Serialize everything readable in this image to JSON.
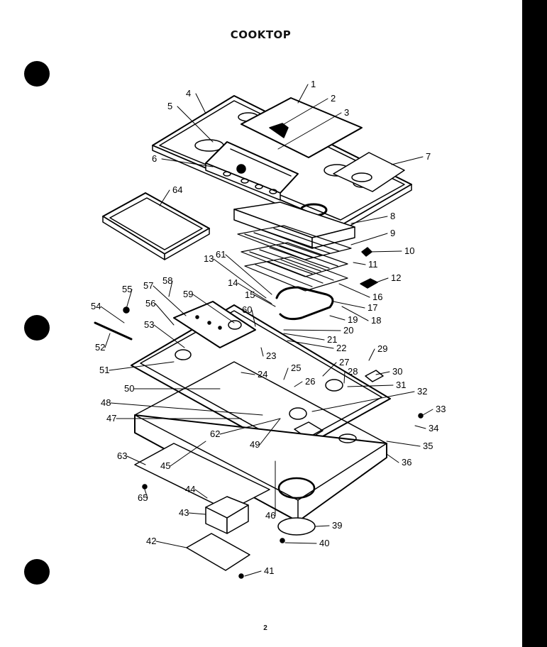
{
  "title": "COOKTOP",
  "page_number": "2",
  "parts": [
    "1",
    "2",
    "3",
    "4",
    "5",
    "6",
    "7",
    "8",
    "9",
    "10",
    "11",
    "12",
    "13",
    "14",
    "15",
    "16",
    "17",
    "18",
    "19",
    "20",
    "21",
    "22",
    "23",
    "24",
    "25",
    "26",
    "27",
    "28",
    "29",
    "30",
    "31",
    "32",
    "33",
    "34",
    "35",
    "36",
    "39",
    "40",
    "41",
    "42",
    "43",
    "44",
    "45",
    "46",
    "47",
    "48",
    "49",
    "50",
    "51",
    "52",
    "53",
    "54",
    "55",
    "56",
    "57",
    "58",
    "59",
    "60",
    "61",
    "62",
    "63",
    "64",
    "65"
  ]
}
